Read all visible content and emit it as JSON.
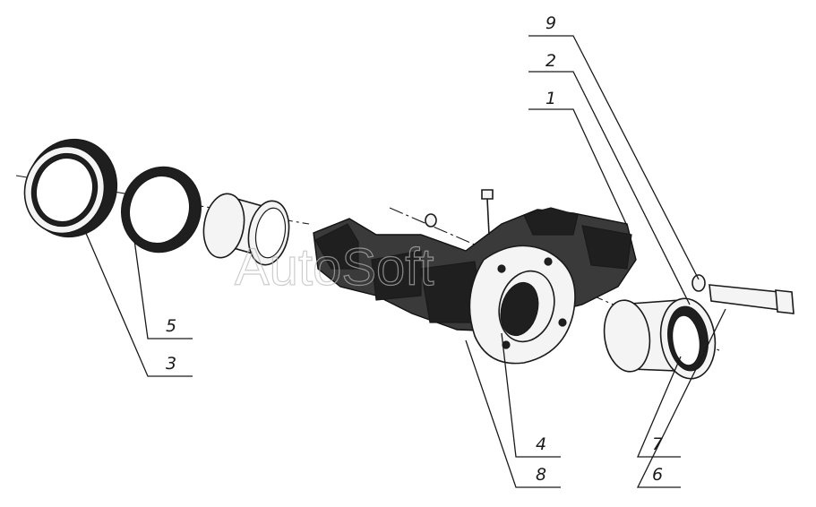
{
  "watermark": "AutoSoft",
  "callouts": [
    {
      "id": "callout-9",
      "label": "9"
    },
    {
      "id": "callout-2",
      "label": "2"
    },
    {
      "id": "callout-1",
      "label": "1"
    },
    {
      "id": "callout-5",
      "label": "5"
    },
    {
      "id": "callout-3",
      "label": "3"
    },
    {
      "id": "callout-4",
      "label": "4"
    },
    {
      "id": "callout-8",
      "label": "8"
    },
    {
      "id": "callout-7",
      "label": "7"
    },
    {
      "id": "callout-6",
      "label": "6"
    }
  ]
}
